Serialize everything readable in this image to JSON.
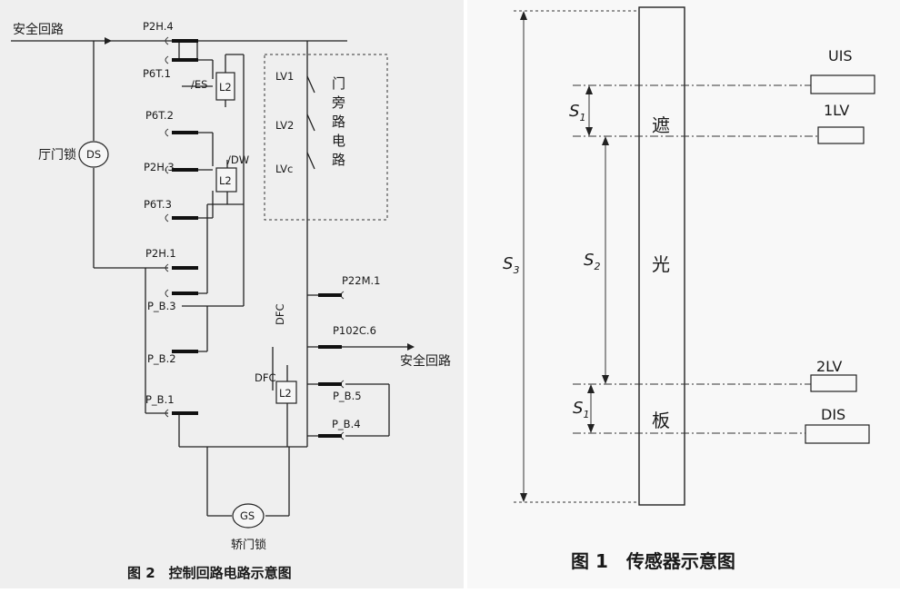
{
  "left_figure": {
    "caption": "图 2　控制回路电路示意图",
    "safety_circuit_in": "安全回路",
    "safety_circuit_out": "安全回路",
    "hall_door_lock": "厅门锁",
    "hall_door_lock_symbol": "DS",
    "car_door_lock": "轿门锁",
    "car_door_lock_symbol": "GS",
    "door_bypass_circuit": "门旁路电路",
    "contacts": [
      "P2H.4",
      "P6T.1",
      "P6T.2",
      "P2H.3",
      "P6T.3",
      "P2H.1",
      "P_B.3",
      "P_B.2",
      "P_B.1",
      "P22M.1",
      "P102C.6",
      "P_B.5",
      "P_B.4"
    ],
    "relay_L2_top": "L2",
    "relay_L2_mid": "L2",
    "relay_L2_bottom": "L2",
    "es_label": "/ES",
    "dw_label": "/DW",
    "dfc_label": "DFC",
    "dfc_label_2": "DFC",
    "switches": [
      "LV1",
      "LV2",
      "LVc"
    ]
  },
  "right_figure": {
    "caption": "图 1　传感器示意图",
    "plate_chars": [
      "遮",
      "光",
      "板"
    ],
    "sensors": [
      "UIS",
      "1LV",
      "2LV",
      "DIS"
    ],
    "dim_s1_top_base": "S",
    "dim_s1_top_sub": "1",
    "dim_s2_base": "S",
    "dim_s2_sub": "2",
    "dim_s3_base": "S",
    "dim_s3_sub": "3",
    "dim_s1_bottom_base": "S",
    "dim_s1_bottom_sub": "1"
  }
}
